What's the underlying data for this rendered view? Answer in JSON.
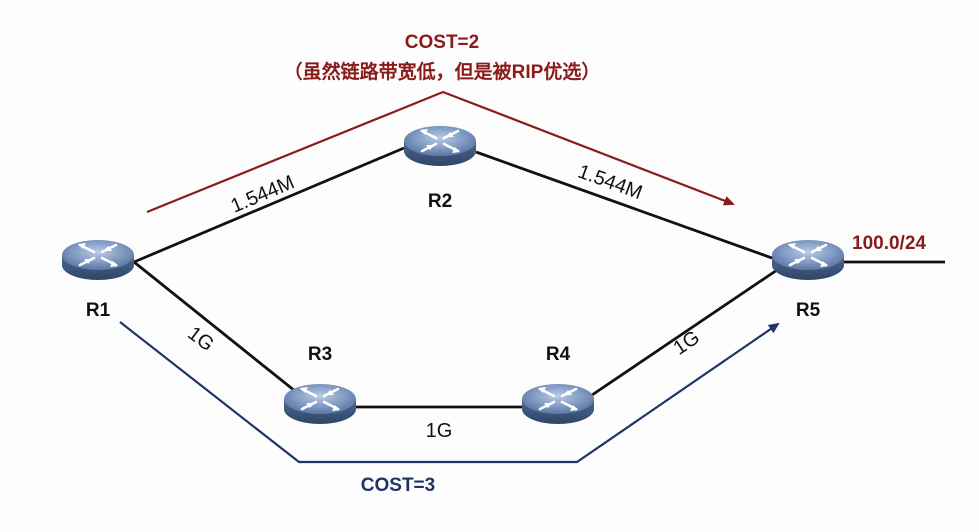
{
  "colors": {
    "link": "#111111",
    "preferred_path": "#8b1a1a",
    "alternate_path": "#1f3566",
    "router_body": "#4f6a96",
    "router_top": "#8aa3c8",
    "router_icon": "#ffffff"
  },
  "routers": [
    {
      "id": "R1",
      "label": "R1",
      "icon": "router-icon"
    },
    {
      "id": "R2",
      "label": "R2",
      "icon": "router-icon"
    },
    {
      "id": "R3",
      "label": "R3",
      "icon": "router-icon"
    },
    {
      "id": "R4",
      "label": "R4",
      "icon": "router-icon"
    },
    {
      "id": "R5",
      "label": "R5",
      "icon": "router-icon"
    }
  ],
  "links": [
    {
      "from": "R1",
      "to": "R2",
      "bandwidth": "1.544M"
    },
    {
      "from": "R2",
      "to": "R5",
      "bandwidth": "1.544M"
    },
    {
      "from": "R1",
      "to": "R3",
      "bandwidth": "1G"
    },
    {
      "from": "R3",
      "to": "R4",
      "bandwidth": "1G"
    },
    {
      "from": "R4",
      "to": "R5",
      "bandwidth": "1G"
    }
  ],
  "preferred_path": {
    "cost": "COST=2",
    "note": "（虽然链路带宽低，但是被RIP优选）"
  },
  "alternate_path": {
    "cost": "COST=3"
  },
  "network": {
    "prefix": "100.0/24"
  }
}
